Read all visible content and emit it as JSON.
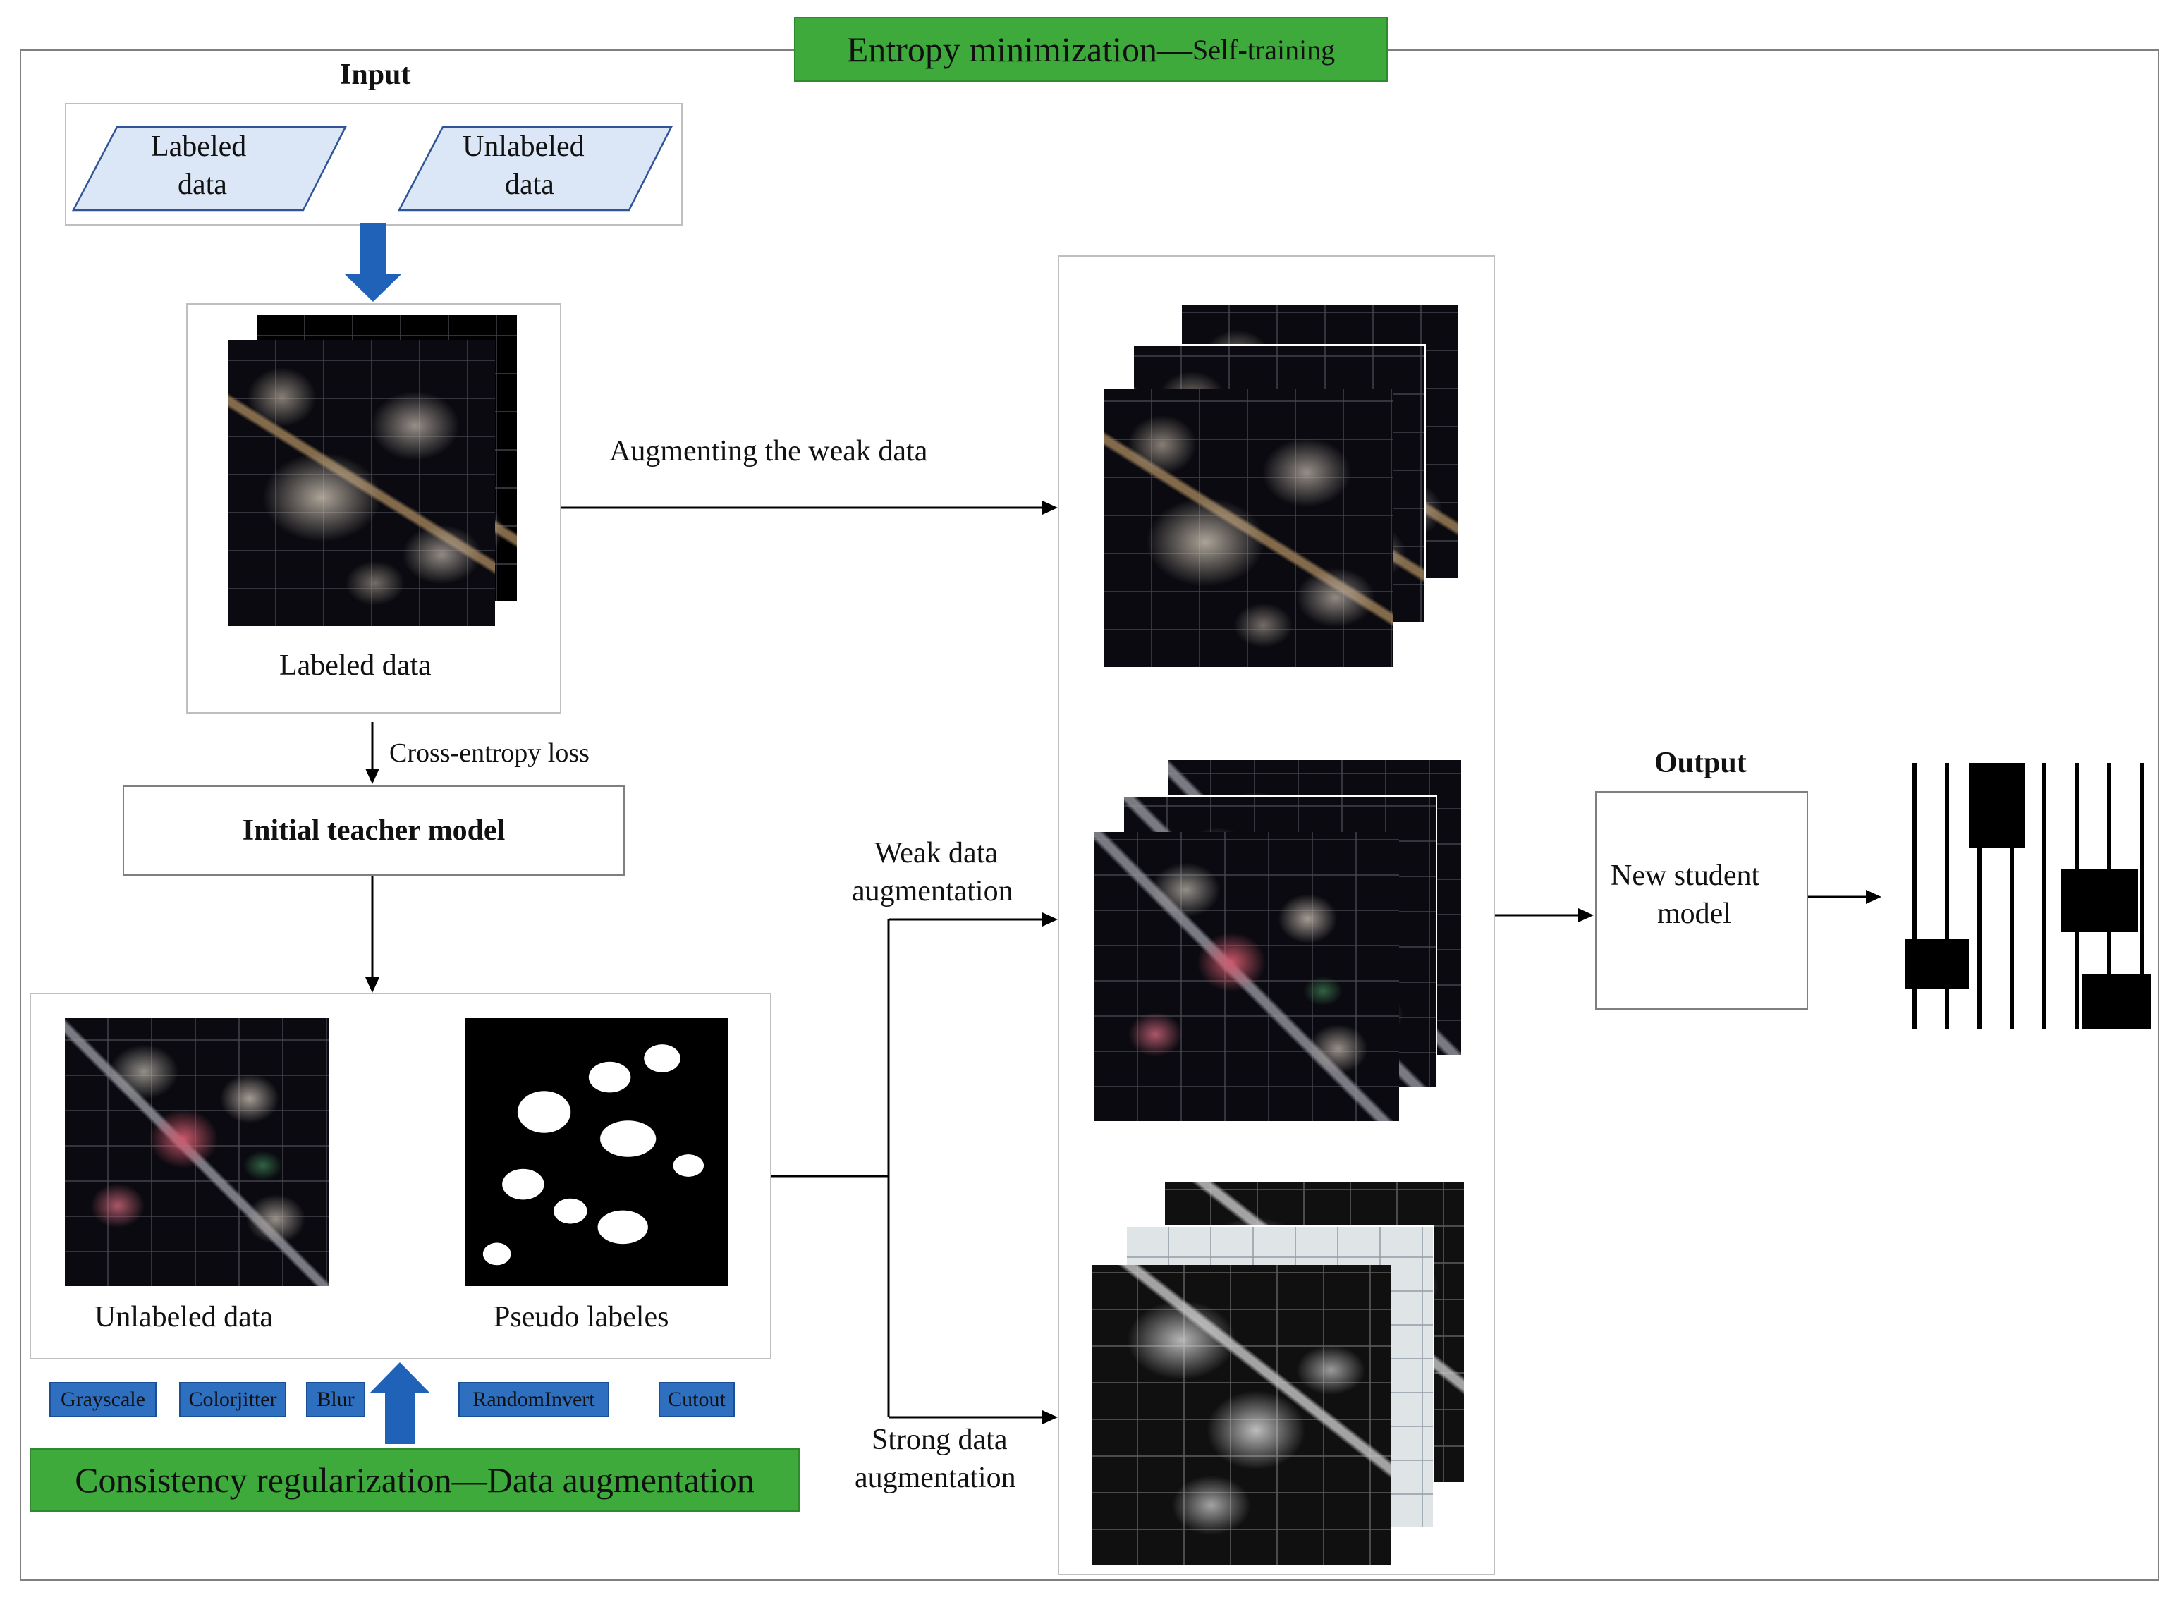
{
  "title": {
    "main": "Entropy minimization",
    "dash": "—",
    "sub": "Self-training"
  },
  "input": {
    "heading": "Input",
    "labeled": [
      "Labeled",
      "data"
    ],
    "unlabeled": [
      "Unlabeled",
      "data"
    ]
  },
  "labeled_panel": {
    "caption": "Labeled data"
  },
  "arrow_labels": {
    "augment_weak": "Augmenting the weak data",
    "cross_entropy": "Cross-entropy loss",
    "weak_aug": [
      "Weak data",
      "augmentation"
    ],
    "strong_aug": [
      "Strong data",
      "augmentation"
    ]
  },
  "teacher_model": {
    "label": "Initial teacher model"
  },
  "bottom_panel": {
    "unlabeled_caption": "Unlabeled data",
    "pseudo_caption": "Pseudo labeles"
  },
  "augmentations": [
    "Grayscale",
    "Colorjitter",
    "Blur",
    "RandomInvert",
    "Cutout"
  ],
  "consistency": {
    "label": "Consistency regularization—Data augmentation"
  },
  "output": {
    "heading": "Output",
    "student": [
      "New student",
      "model"
    ]
  },
  "colors": {
    "green_label": "#3daa3b",
    "blue_arrow": "#1f62b8",
    "aug_tag": "#2f6fc0",
    "frame": "#7f7f7f",
    "panel_border": "#bfbfbf"
  }
}
